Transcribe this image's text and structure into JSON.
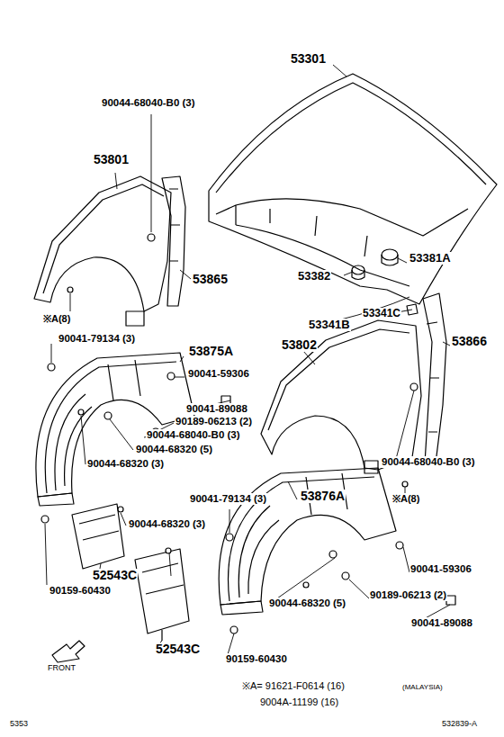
{
  "diagram": {
    "labels": [
      "53301",
      "90044-68040-B0 (3)",
      "53801",
      "53865",
      "53381A",
      "53382",
      "53341C",
      "53341B",
      "53802",
      "53866",
      "※A(8)",
      "90041-79134 (3)",
      "53875A",
      "90041-59306",
      "90041-89088",
      "90189-06213 (2)",
      "90044-68040-B0 (3)",
      "90044-68320 (5)",
      "90044-68320 (3)",
      "90044-68040-B0 (3)",
      "※A(8)",
      "53876A",
      "90041-79134 (3)",
      "90044-68320 (3)",
      "90041-59306",
      "90189-06213 (2)",
      "52543C",
      "90159-60430",
      "90041-89088",
      "90044-68320 (5)",
      "52543C",
      "90159-60430",
      "FRONT",
      "※A= 91621-F0614 (16)",
      "(MALAYSIA)",
      "9004A-11199 (16)",
      "5353",
      "532839-A"
    ]
  }
}
